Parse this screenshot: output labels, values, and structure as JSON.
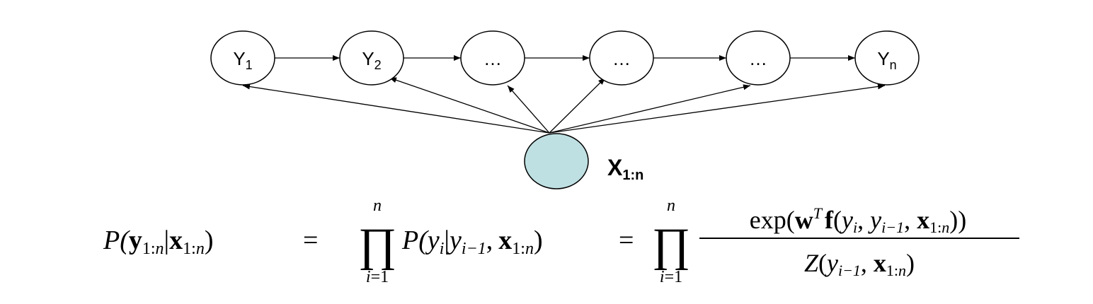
{
  "diagram": {
    "nodes": [
      {
        "label": "Y",
        "sub": "1"
      },
      {
        "label": "Y",
        "sub": "2"
      },
      {
        "label": "…",
        "sub": ""
      },
      {
        "label": "…",
        "sub": ""
      },
      {
        "label": "…",
        "sub": ""
      },
      {
        "label": "Y",
        "sub": "n"
      }
    ],
    "observed": {
      "label": "X",
      "sub": "1:n",
      "fill": "#bfe0e2"
    },
    "edges": [
      {
        "from": 0,
        "to": 1
      },
      {
        "from": 1,
        "to": 2
      },
      {
        "from": 2,
        "to": 3
      },
      {
        "from": 3,
        "to": 4
      },
      {
        "from": 4,
        "to": 5
      }
    ],
    "observed_edges_to": [
      0,
      1,
      2,
      3,
      4,
      5
    ]
  },
  "equation": {
    "lhs": {
      "p": "P(",
      "y": "y",
      "y_sub": "1:",
      "y_sub_n": "n",
      "bar": "|",
      "x": "x",
      "x_sub": "1:",
      "x_sub_n": "n",
      "close": ")"
    },
    "eq1": "=",
    "prod1": {
      "sym": "∏",
      "upper": "n",
      "lower_i": "i",
      "lower_rest": "=1"
    },
    "term1": {
      "p": "P(",
      "yi": "y",
      "yi_sub": "i",
      "bar": "|",
      "yprev": "y",
      "yprev_sub": "i−1",
      "comma": ",",
      "x": "x",
      "x_sub": "1:",
      "x_sub_n": "n",
      "close": ")"
    },
    "eq2": "=",
    "prod2": {
      "sym": "∏",
      "upper": "n",
      "lower_i": "i",
      "lower_rest": "=1"
    },
    "numerator": {
      "exp": "exp(",
      "w": "w",
      "T": "T",
      "f": "f",
      "open": "(",
      "yi": "y",
      "yi_sub": "i",
      "c1": ", ",
      "yprev": "y",
      "yprev_sub": "i−1",
      "c2": ", ",
      "x": "x",
      "x_sub": "1:",
      "x_sub_n": "n",
      "close": "))"
    },
    "denominator": {
      "Z": "Z",
      "open": "(",
      "yprev": "y",
      "yprev_sub": "i−1",
      "c": ", ",
      "x": "x",
      "x_sub": "1:",
      "x_sub_n": "n",
      "close": ")"
    }
  }
}
